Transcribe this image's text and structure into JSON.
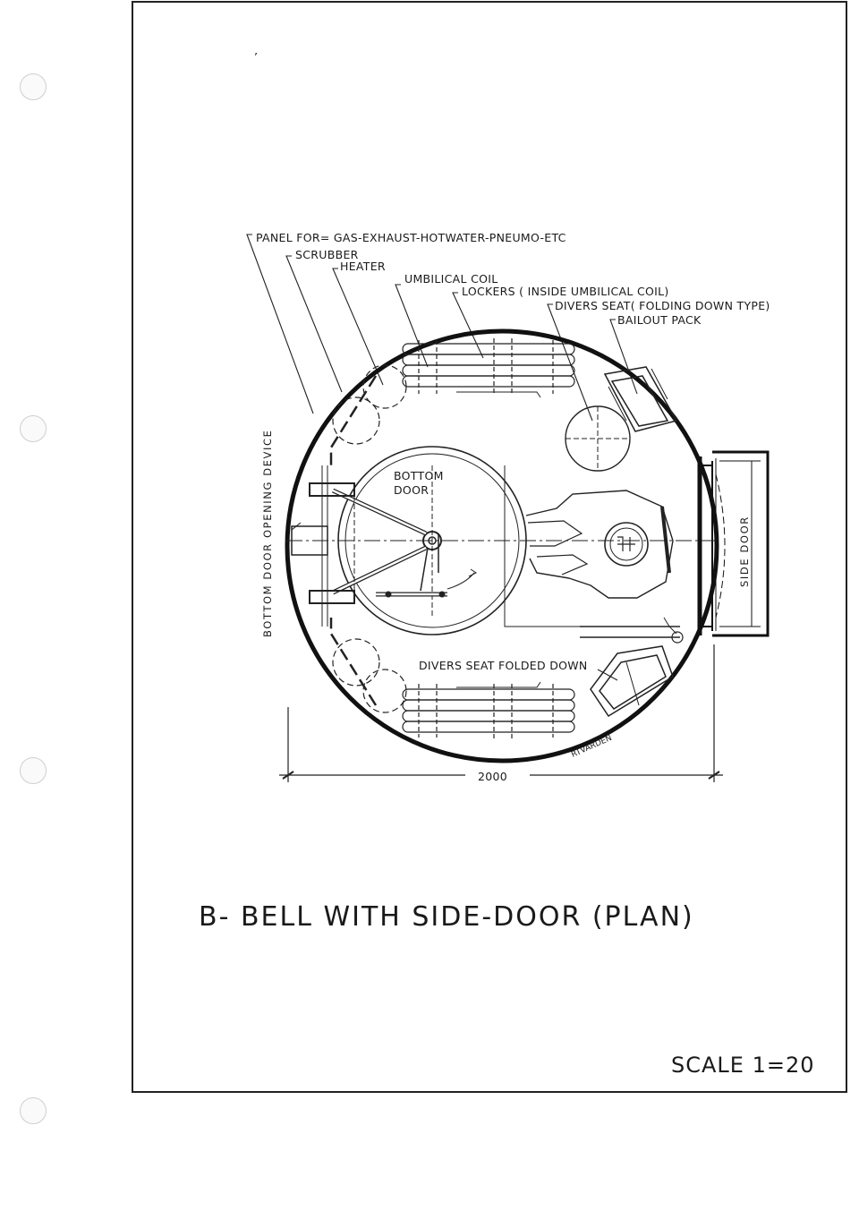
{
  "labels": {
    "panel": "PANEL FOR= GAS-EXHAUST-HOTWATER-PNEUMO-ETC",
    "scrubber": "SCRUBBER",
    "heater": "HEATER",
    "umbilical_coil": "UMBILICAL COIL",
    "lockers": "LOCKERS ( INSIDE UMBILICAL COIL)",
    "divers_seat": "DIVERS SEAT( FOLDING DOWN TYPE)",
    "bailout_pack": "BAILOUT PACK",
    "bottom_door_line1": "BOTTOM",
    "bottom_door_line2": "DOOR",
    "bottom_door_device": "BOTTOM DOOR OPENING DEVICE",
    "side_door": "SIDE DOOR",
    "divers_seat_folded": "DIVERS SEAT FOLDED DOWN",
    "signature": "RTVARDEN",
    "dimension": "2000"
  },
  "title": "B- BELL WITH SIDE-DOOR (PLAN)",
  "scale": "SCALE 1=20"
}
